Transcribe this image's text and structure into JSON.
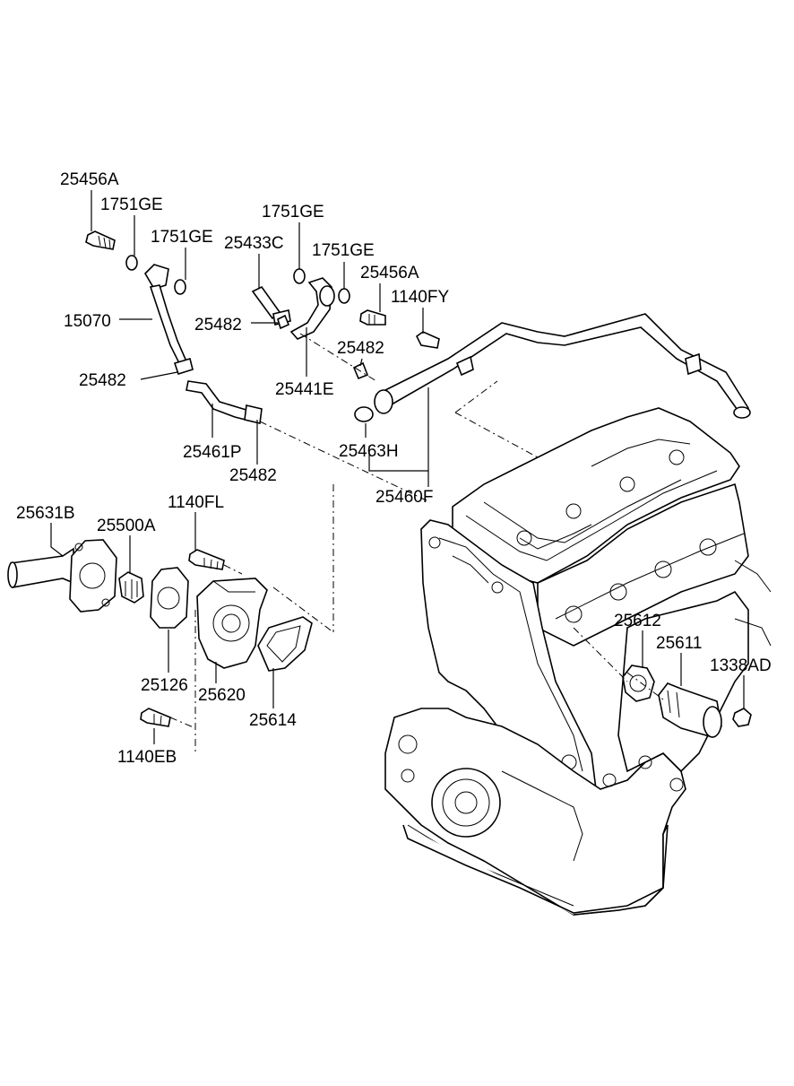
{
  "labels": {
    "p25456A_a": "25456A",
    "p1751GE_a": "1751GE",
    "p1751GE_b": "1751GE",
    "p1751GE_c": "1751GE",
    "p1751GE_d": "1751GE",
    "p25433C": "25433C",
    "p25456A_b": "25456A",
    "p1140FY": "1140FY",
    "p15070": "15070",
    "p25482_a": "25482",
    "p25482_b": "25482",
    "p25482_c": "25482",
    "p25482_d": "25482",
    "p25441E": "25441E",
    "p25461P": "25461P",
    "p25463H": "25463H",
    "p25460F": "25460F",
    "p25631B": "25631B",
    "p25500A": "25500A",
    "p1140FL": "1140FL",
    "p25126": "25126",
    "p25620": "25620",
    "p25614": "25614",
    "p1140EB": "1140EB",
    "p25612": "25612",
    "p25611": "25611",
    "p1338AD": "1338AD"
  }
}
